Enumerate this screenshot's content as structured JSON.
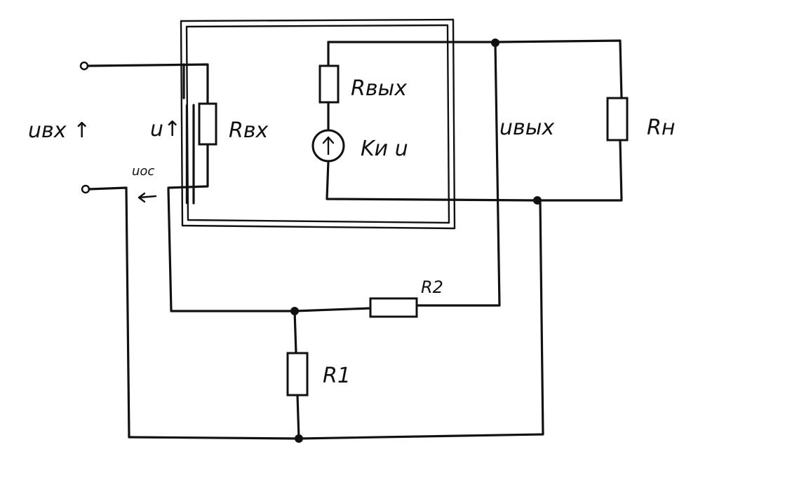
{
  "labels": {
    "u_in": "uвх ↑",
    "u_amp": "u↑",
    "r_in": "Rвх",
    "r_out": "Rвых",
    "source_gain": "Kи u",
    "u_fb": "uос",
    "u_out": "uвых",
    "r_load": "Rн",
    "r2": "R2",
    "r1": "R1"
  }
}
